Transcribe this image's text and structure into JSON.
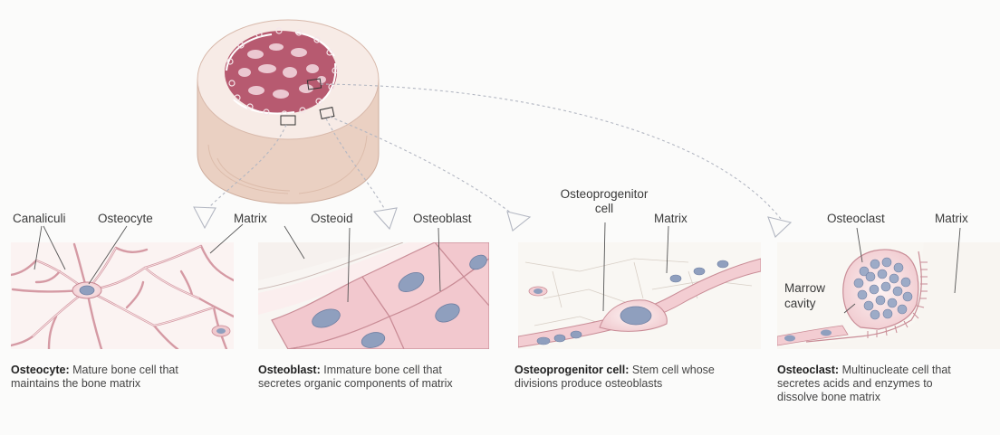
{
  "labels": {
    "canaliculi": "Canaliculi",
    "osteocyte": "Osteocyte",
    "matrix": "Matrix",
    "osteoid": "Osteoid",
    "osteoblast": "Osteoblast",
    "osteoprogenitor_line1": "Osteoprogenitor",
    "osteoprogenitor_line2": "cell",
    "matrix_3": "Matrix",
    "osteoclast": "Osteoclast",
    "matrix_4": "Matrix",
    "marrow_line1": "Marrow",
    "marrow_line2": "cavity"
  },
  "captions": [
    {
      "term": "Osteocyte:",
      "text": " Mature bone cell that maintains the bone matrix"
    },
    {
      "term": "Osteoblast:",
      "text": " Immature bone cell that secretes organic components of matrix"
    },
    {
      "term": "Osteoprogenitor cell:",
      "text": " Stem cell whose divisions produce osteoblasts"
    },
    {
      "term": "Osteoclast:",
      "text": " Multinucleate cell that secretes acids and enzymes to dissolve bone matrix"
    }
  ],
  "colors": {
    "tissue_pink": "#f3cfd2",
    "cell_outline": "#c98c96",
    "nucleus_blue": "#8f9fbe",
    "bone_tan": "#ecd3c3",
    "marrow_red": "#b4586c",
    "arrow_gray": "#b9bcc6"
  }
}
